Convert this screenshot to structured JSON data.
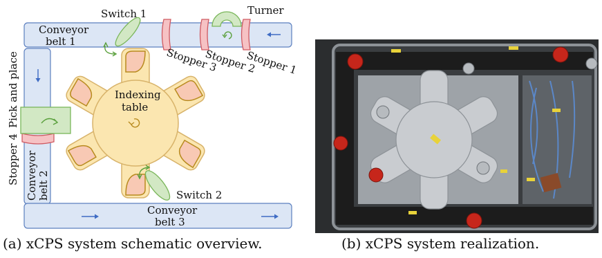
{
  "schematic": {
    "labels": {
      "switch1": "Switch 1",
      "turner": "Turner",
      "conveyor_belt_1_line1": "Conveyor",
      "conveyor_belt_1_line2": "belt 1",
      "stopper3": "Stopper 3",
      "stopper2": "Stopper 2",
      "stopper1": "Stopper 1",
      "pick_and_place": "Pick and place",
      "indexing_table_line1": "Indexing",
      "indexing_table_line2": "table",
      "stopper4": "Stopper 4",
      "conveyor_belt_2_line1": "Conveyor",
      "conveyor_belt_2_line2": "belt 2",
      "switch2": "Switch 2",
      "conveyor_belt_3_line1": "Conveyor",
      "conveyor_belt_3_line2": "belt 3"
    },
    "colors": {
      "conveyor_fill": "#dce6f5",
      "conveyor_stroke": "#5b7fbf",
      "table_fill": "#fbe6b0",
      "table_stroke": "#d8b36a",
      "station_fill": "#f8c9b4",
      "station_stroke": "#b88a1e",
      "stopper_fill": "#f6c2c4",
      "stopper_stroke": "#cf5a62",
      "green_fill": "#d2e8c4",
      "green_stroke": "#7ab65a",
      "arrow_blue": "#3f6cc4"
    }
  },
  "captions": {
    "a": "(a) xCPS system schematic overview.",
    "b": "(b) xCPS system realization."
  },
  "photo": {
    "colors": {
      "background": "#2b2d2f",
      "frame": "#8d9297",
      "plate": "#c9ccd0",
      "red_cap": "#c6261b",
      "belt": "#1c1c1c",
      "label_yellow": "#e8d23a"
    }
  }
}
